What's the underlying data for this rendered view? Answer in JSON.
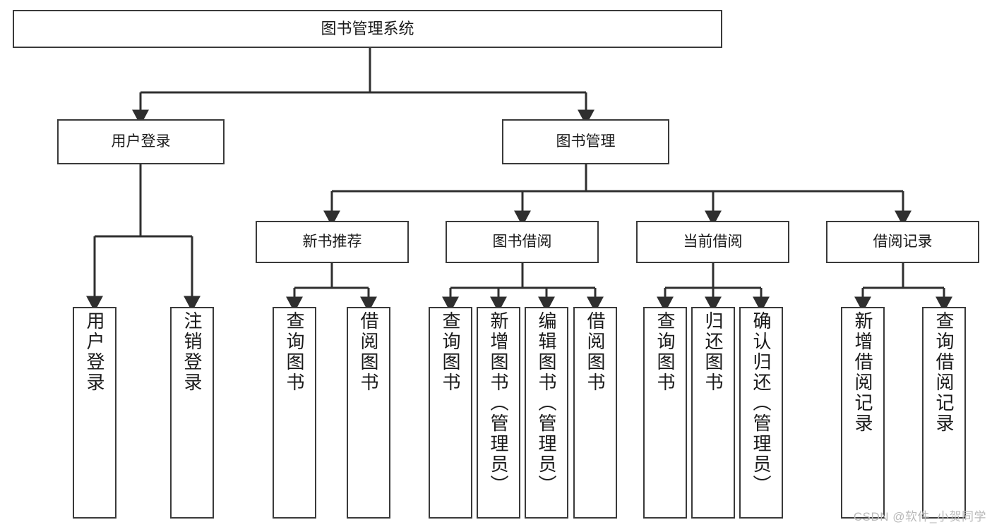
{
  "diagram": {
    "title": "图书管理系统",
    "type": "hierarchy-tree",
    "levels": 4,
    "nodes": {
      "root": {
        "label": "图书管理系统"
      },
      "level2": [
        {
          "id": "user-login",
          "label": "用户登录"
        },
        {
          "id": "book-management",
          "label": "图书管理"
        }
      ],
      "level3": [
        {
          "id": "new-book-recommend",
          "label": "新书推荐",
          "parent": "book-management"
        },
        {
          "id": "book-borrow",
          "label": "图书借阅",
          "parent": "book-management"
        },
        {
          "id": "current-borrow",
          "label": "当前借阅",
          "parent": "book-management"
        },
        {
          "id": "borrow-record",
          "label": "借阅记录",
          "parent": "book-management"
        }
      ],
      "leaves": [
        {
          "id": "leaf-user-login",
          "label": "用户登录",
          "parent": "user-login"
        },
        {
          "id": "leaf-user-logout",
          "label": "注销登录",
          "parent": "user-login"
        },
        {
          "id": "leaf-query-book-1",
          "label": "查询图书",
          "parent": "new-book-recommend"
        },
        {
          "id": "leaf-borrow-book-1",
          "label": "借阅图书",
          "parent": "new-book-recommend"
        },
        {
          "id": "leaf-query-book-2",
          "label": "查询图书",
          "parent": "book-borrow"
        },
        {
          "id": "leaf-add-book",
          "label": "新增图书（管理员）",
          "parent": "book-borrow"
        },
        {
          "id": "leaf-edit-book",
          "label": "编辑图书（管理员）",
          "parent": "book-borrow"
        },
        {
          "id": "leaf-borrow-book-2",
          "label": "借阅图书",
          "parent": "book-borrow"
        },
        {
          "id": "leaf-query-book-3",
          "label": "查询图书",
          "parent": "current-borrow"
        },
        {
          "id": "leaf-return-book",
          "label": "归还图书",
          "parent": "current-borrow"
        },
        {
          "id": "leaf-confirm-return",
          "label": "确认归还（管理员）",
          "parent": "current-borrow"
        },
        {
          "id": "leaf-add-record",
          "label": "新增借阅记录",
          "parent": "borrow-record"
        },
        {
          "id": "leaf-query-record",
          "label": "查询借阅记录",
          "parent": "borrow-record"
        }
      ]
    },
    "colors": {
      "stroke": "#3a3a3a",
      "fill": "#ffffff",
      "text": "#1a1a1a",
      "watermark": "#b9b9b9"
    }
  },
  "watermark": {
    "text": "CSDN @软件_小贺同学"
  }
}
